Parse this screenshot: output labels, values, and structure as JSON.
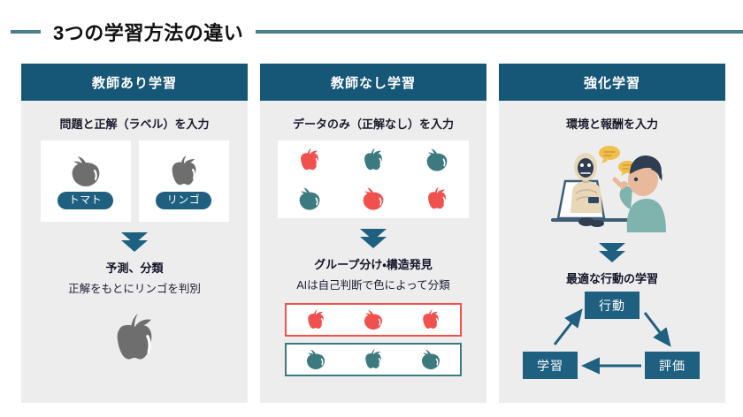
{
  "page": {
    "title": "3つの学習方法の違い",
    "accent_line_color": "#4b7f8c",
    "header_color": "#165677",
    "panel_bg": "#ededed",
    "red": "#f0514e",
    "teal": "#3d7a80",
    "gray_fruit": "#6e6e6e"
  },
  "columns": [
    {
      "header": "教師あり学習",
      "input_label": "問題と正解（ラベル）を入力",
      "cards": [
        {
          "icon": "tomato-icon",
          "pill": "トマト"
        },
        {
          "icon": "apple-icon",
          "pill": "リンゴ"
        }
      ],
      "output_head": "予測、分類",
      "output_sub": "正解をもとにリンゴを判別",
      "result_icon": "apple-icon"
    },
    {
      "header": "教師なし学習",
      "input_label": "データのみ（正解なし）を入力",
      "grid": [
        {
          "icon": "apple-icon",
          "color": "red"
        },
        {
          "icon": "apple-icon",
          "color": "teal"
        },
        {
          "icon": "tomato-icon",
          "color": "teal"
        },
        {
          "icon": "tomato-icon",
          "color": "teal"
        },
        {
          "icon": "tomato-icon",
          "color": "red"
        },
        {
          "icon": "apple-icon",
          "color": "red"
        }
      ],
      "output_head": "グループ分け・構造発見",
      "output_sub": "AIは自己判断で色によって分類",
      "groups": [
        {
          "border": "red",
          "items": [
            {
              "icon": "apple-icon",
              "color": "red"
            },
            {
              "icon": "tomato-icon",
              "color": "red"
            },
            {
              "icon": "apple-icon",
              "color": "red"
            }
          ]
        },
        {
          "border": "teal",
          "items": [
            {
              "icon": "tomato-icon",
              "color": "teal"
            },
            {
              "icon": "apple-icon",
              "color": "teal"
            },
            {
              "icon": "tomato-icon",
              "color": "teal"
            }
          ]
        }
      ]
    },
    {
      "header": "強化学習",
      "input_label": "環境と報酬を入力",
      "illustration": "robot-laptop-person-illustration",
      "output_head": "最適な行動の学習",
      "cycle": {
        "action": "行動",
        "evaluation": "評価",
        "learning": "学習"
      }
    }
  ]
}
